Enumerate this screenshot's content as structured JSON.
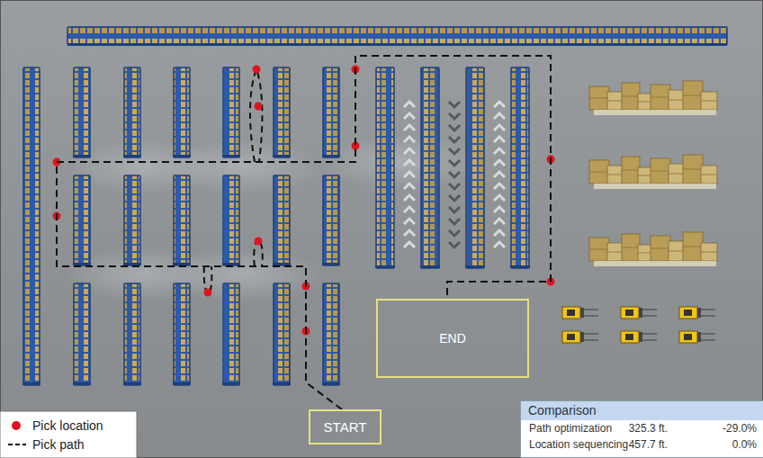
{
  "diagram": {
    "nodes": [
      {
        "text": [
          "START"
        ]
      },
      {
        "text": [
          "END"
        ]
      },
      {
        "text": [
          "Comparison"
        ]
      }
    ],
    "edges": [
      {
        "from": 0,
        "to": 1,
        "arrow": "none"
      }
    ],
    "labels": [
      "Path optimization",
      "325.3 ft.",
      "-29.0%",
      "Location sequencing",
      "457.7 ft.",
      "0.0%"
    ],
    "legend": [
      {
        "text": "Pick location",
        "color": "#e0141e"
      },
      {
        "text": "Pick path"
      }
    ]
  }
}
